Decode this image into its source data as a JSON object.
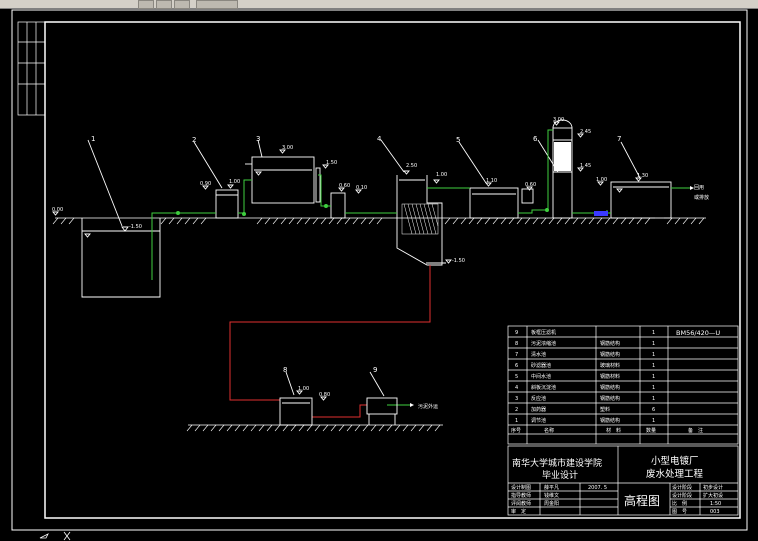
{
  "units": {
    "u1": {
      "number": "1",
      "level_ground": "0.00",
      "level_water": "-1.50"
    },
    "u2": {
      "number": "2",
      "level_in": "0.90",
      "level_top": "1.00"
    },
    "u3": {
      "number": "3",
      "level_top": "3.00",
      "level_side": "1.50"
    },
    "u3b": {
      "level_a": "0.60",
      "level_b": "0.10"
    },
    "u4": {
      "number": "4",
      "level_top": "2.50",
      "level_side": "1.00",
      "level_bottom": "-1.50"
    },
    "u5": {
      "number": "5",
      "level_top": "1.10",
      "level_side": "0.60"
    },
    "u6": {
      "number": "6",
      "level_top": "3.00",
      "level_mid": "2.45",
      "level_low": "1.45",
      "level_base": "1.00"
    },
    "u7": {
      "number": "7",
      "level_top": "1.30",
      "outlet_line1": "回用",
      "outlet_line2": "或排放"
    },
    "u8": {
      "number": "8",
      "level_top": "1.00",
      "level_side": "0.80"
    },
    "u9": {
      "number": "9",
      "outlet_label": "污泥外运"
    }
  },
  "table": {
    "drawing_code": "BM56/420—U",
    "rows": [
      {
        "no": "9",
        "name": "板框压滤机",
        "material": "",
        "qty": "1"
      },
      {
        "no": "8",
        "name": "污泥浓缩池",
        "material": "钢筋结构",
        "qty": "1"
      },
      {
        "no": "7",
        "name": "清水池",
        "material": "钢筋结构",
        "qty": "1"
      },
      {
        "no": "6",
        "name": "砂滤器池",
        "material": "玻璃材料",
        "qty": "1"
      },
      {
        "no": "5",
        "name": "中间水池",
        "material": "钢筋材料",
        "qty": "1"
      },
      {
        "no": "4",
        "name": "斜板沉淀池",
        "material": "钢筋结构",
        "qty": "1"
      },
      {
        "no": "3",
        "name": "反应池",
        "material": "钢筋结构",
        "qty": "1"
      },
      {
        "no": "2",
        "name": "加药器",
        "material": "塑料",
        "qty": "6"
      },
      {
        "no": "1",
        "name": "调节池",
        "material": "钢筋结构",
        "qty": "1"
      }
    ],
    "header": {
      "no": "序号",
      "name": "名称",
      "material": "材　料",
      "qty": "数量",
      "note": "备　注"
    }
  },
  "title_block": {
    "school": "南华大学城市建设学院",
    "course": "毕业设计",
    "project_line1": "小型电镀厂",
    "project_line2": "废水处理工程",
    "drawing_name": "高程图",
    "rows_left": [
      {
        "label": "设计制图",
        "name": "薛平凡",
        "date": "2007. 5"
      },
      {
        "label": "指导教师",
        "name": "钱维文",
        "date": ""
      },
      {
        "label": "评阅教师",
        "name": "周金阳",
        "date": ""
      },
      {
        "label": "审　定",
        "name": "",
        "date": ""
      }
    ],
    "rows_right": [
      {
        "label": "设计阶段",
        "value": "初步设计"
      },
      {
        "label": "设计阶段",
        "value": "扩大初设"
      },
      {
        "label": "比　例",
        "value": "1:50"
      },
      {
        "label": "图　号",
        "value": "003"
      }
    ]
  }
}
